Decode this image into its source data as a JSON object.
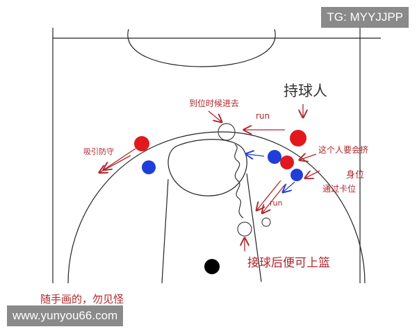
{
  "watermarks": {
    "top_right": "TG: MYYJJPP",
    "bottom_left": "www.yunyou66.com"
  },
  "colors": {
    "court_line": "#222222",
    "annotation": "#b0262b",
    "offense_red": "#e0191e",
    "defense_blue": "#1f3fd8",
    "ball_black": "#000000"
  },
  "annotations": {
    "ball_handler": "持球人",
    "cut_run": "到位时候进去",
    "run_1": "run",
    "attract": "吸引防守",
    "screen_note_1": "这个人要会挤",
    "screen_note_2": "身位",
    "screen_note_3": "通过卡位",
    "run_2": "run",
    "catch_layup": "接球后便可上篮",
    "footer_note": "随手画的，勿见怪"
  },
  "players": [
    {
      "id": "ball-handler",
      "team": "offense"
    },
    {
      "id": "wing-left",
      "team": "offense"
    },
    {
      "id": "screener",
      "team": "offense"
    },
    {
      "id": "wing-left-defender",
      "team": "defense"
    },
    {
      "id": "elbow-defender",
      "team": "defense"
    },
    {
      "id": "screen-defender",
      "team": "defense"
    },
    {
      "id": "ball",
      "team": "ball"
    }
  ]
}
